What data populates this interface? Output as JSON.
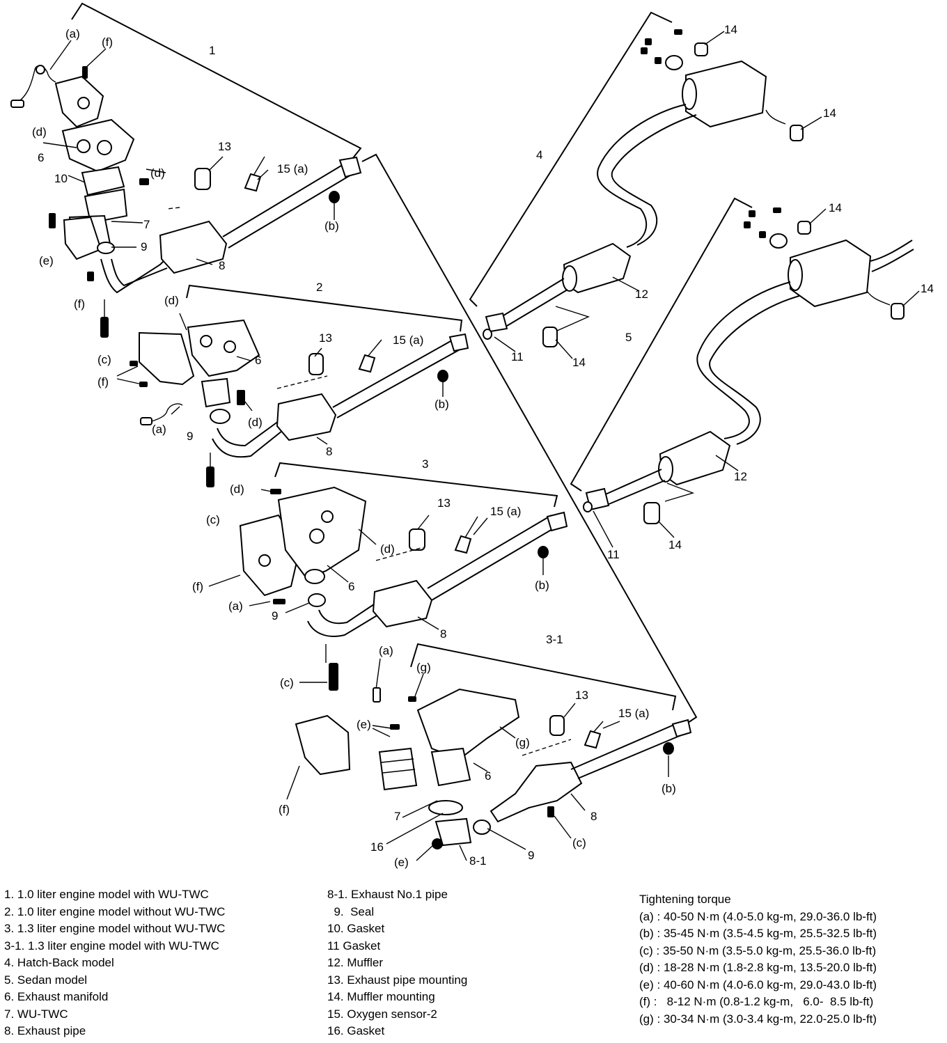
{
  "callouts": {
    "a_top": "(a)",
    "f_top": "(f)",
    "one": "1",
    "d_1": "(d)",
    "six_1": "6",
    "ten": "10",
    "d_1b": "(d)",
    "thirteen_1": "13",
    "fifteen_1": "15 (a)",
    "seven_1": "7",
    "b_1": "(b)",
    "e_1": "(e)",
    "nine_1": "9",
    "eight_1": "8",
    "f_1": "(f)",
    "c_1": "(c)",
    "two": "2",
    "d_2": "(d)",
    "six_2": "6",
    "thirteen_2": "13",
    "fifteen_2": "15 (a)",
    "f_2": "(f)",
    "b_2": "(b)",
    "d_2b": "(d)",
    "a_2": "(a)",
    "nine_2": "9",
    "eight_2": "8",
    "c_2": "(c)",
    "three": "3",
    "d_3": "(d)",
    "thirteen_3": "13",
    "fifteen_3": "15 (a)",
    "d_3b": "(d)",
    "f_3": "(f)",
    "six_3": "6",
    "b_3": "(b)",
    "a_3": "(a)",
    "nine_3": "9",
    "eight_3": "8",
    "c_3": "(c)",
    "three_one": "3-1",
    "a_31": "(a)",
    "g_31": "(g)",
    "thirteen_31": "13",
    "fifteen_31": "15 (a)",
    "e_31": "(e)",
    "g_31b": "(g)",
    "f_31": "(f)",
    "six_31": "6",
    "b_31": "(b)",
    "seven_31": "7",
    "eight_31": "8",
    "c_31": "(c)",
    "sixteen": "16",
    "nine_31": "9",
    "e_31b": "(e)",
    "eight_one": "8-1",
    "four": "4",
    "fourteen_4a": "14",
    "fourteen_4b": "14",
    "twelve_4": "12",
    "eleven_4": "11",
    "fourteen_4c": "14",
    "five": "5",
    "fourteen_5a": "14",
    "fourteen_5b": "14",
    "twelve_5": "12",
    "eleven_5": "11",
    "fourteen_5c": "14"
  },
  "legend_left": [
    "1.  1.0 liter engine model with WU-TWC",
    "2.  1.0 liter engine model without WU-TWC",
    "3.  1.3 liter engine model without WU-TWC",
    "3-1.  1.3 liter engine model with WU-TWC",
    "4.  Hatch-Back model",
    "5.  Sedan model",
    "6.  Exhaust manifold",
    "7.  WU-TWC",
    "8.  Exhaust pipe"
  ],
  "legend_mid": [
    "8-1.  Exhaust No.1 pipe",
    "  9.  Seal",
    "10.  Gasket",
    "11   Gasket",
    "12.  Muffler",
    "13.  Exhaust pipe mounting",
    "14.  Muffler mounting",
    "15.  Oxygen sensor-2",
    "16.  Gasket"
  ],
  "torque": {
    "title": "Tightening torque",
    "items": [
      "(a) : 40-50 N·m (4.0-5.0 kg-m, 29.0-36.0 lb-ft)",
      "(b) : 35-45 N·m (3.5-4.5 kg-m, 25.5-32.5 lb-ft)",
      "(c) : 35-50 N·m (3.5-5.0 kg-m, 25.5-36.0 lb-ft)",
      "(d) : 18-28 N·m (1.8-2.8 kg-m, 13.5-20.0 lb-ft)",
      "(e) : 40-60 N·m (4.0-6.0 kg-m, 29.0-43.0 lb-ft)",
      "(f) :   8-12 N·m (0.8-1.2 kg-m,   6.0-  8.5 lb-ft)",
      "(g) : 30-34 N·m (3.0-3.4 kg-m, 22.0-25.0 lb-ft)"
    ]
  }
}
